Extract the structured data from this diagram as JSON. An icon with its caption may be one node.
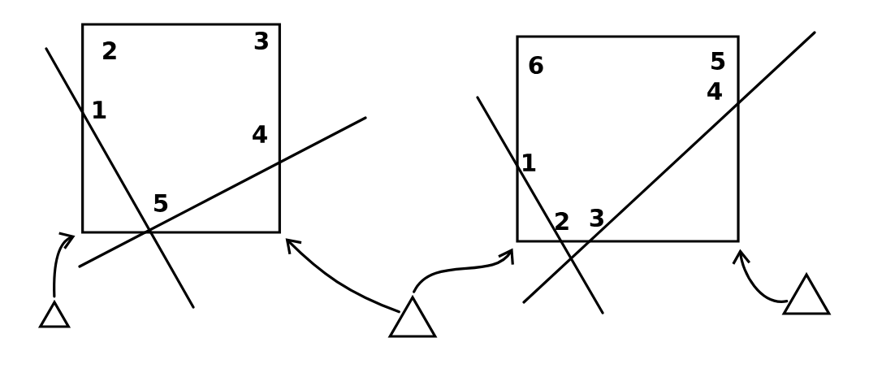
{
  "diagram": {
    "nodes": [
      {
        "text": [],
        "shape": "box"
      },
      {
        "text": [],
        "shape": "box"
      },
      {
        "text": [],
        "shape": "triangle"
      },
      {
        "text": [],
        "shape": "triangle"
      },
      {
        "text": [],
        "shape": "triangle"
      }
    ],
    "edges": [
      {
        "from": 2,
        "to": 0,
        "arrow": "to"
      },
      {
        "from": 3,
        "to": 0,
        "arrow": "to"
      },
      {
        "from": 3,
        "to": 1,
        "arrow": "to"
      },
      {
        "from": 4,
        "to": 1,
        "arrow": "to"
      }
    ],
    "labels": [
      "2",
      "3",
      "1",
      "4",
      "5",
      "6",
      "5",
      "4",
      "1",
      "2",
      "3"
    ]
  }
}
